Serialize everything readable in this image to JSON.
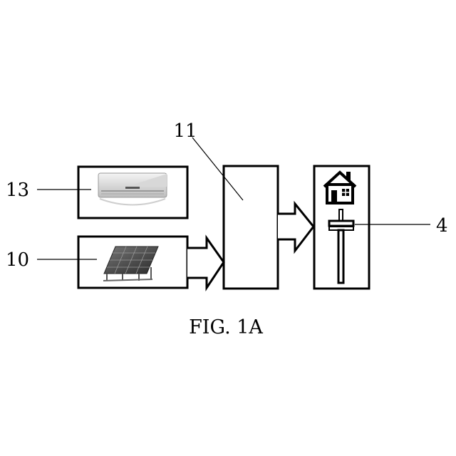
{
  "figure": {
    "caption": "FIG. 1A",
    "labels": {
      "controller": "11",
      "air_conditioner": "13",
      "solar_panel": "10",
      "load": "4"
    },
    "icons": {
      "air_conditioner": "air-conditioner-icon",
      "solar_panel": "solar-panel-icon",
      "house": "house-icon",
      "power_pole": "power-pole-icon"
    }
  }
}
